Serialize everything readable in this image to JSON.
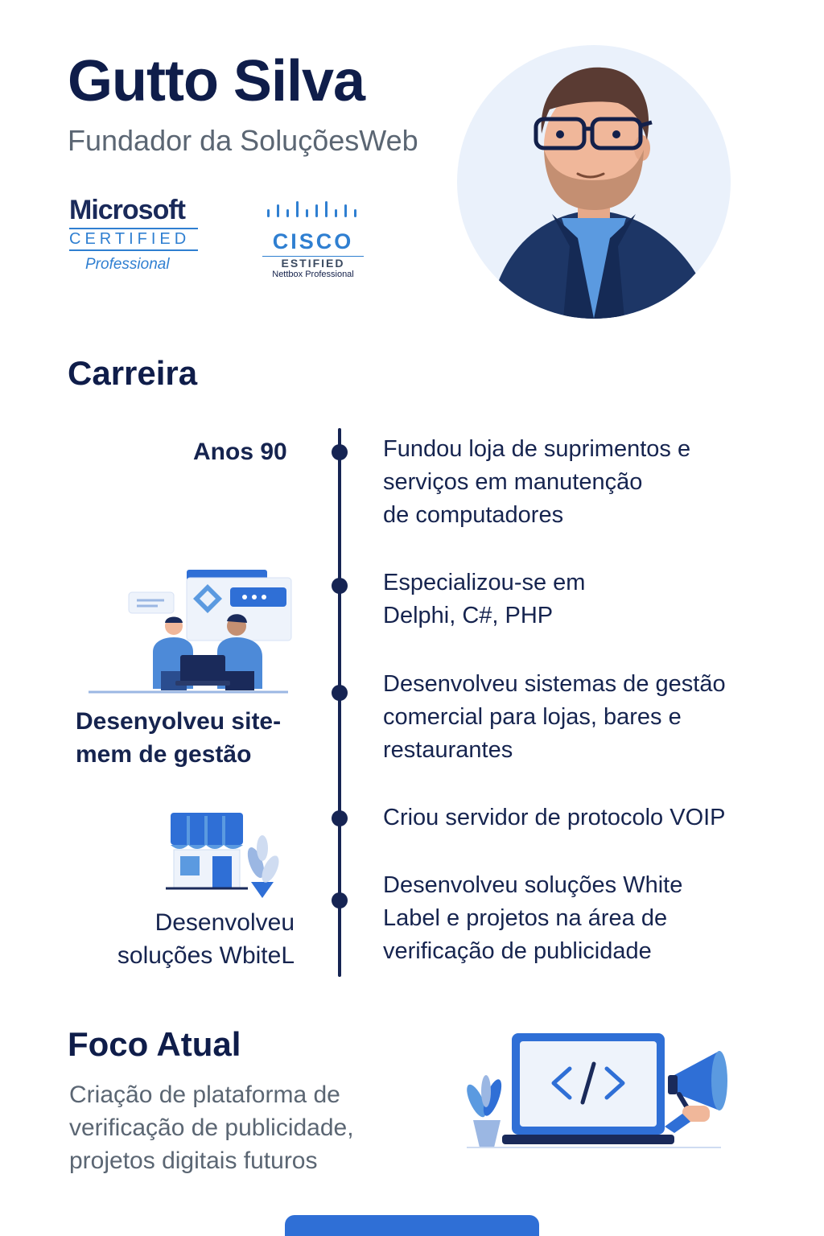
{
  "header": {
    "name": "Gutto Silva",
    "subtitle": "Fundador da SoluçõesWeb"
  },
  "certifications": {
    "microsoft": {
      "word": "Microsoft",
      "line": "CERTIFIED",
      "level": "Professional"
    },
    "cisco": {
      "word": "CISCO",
      "line": "ESTIFIED",
      "level": "Nettbox Professional"
    }
  },
  "career": {
    "title": "Carreira",
    "items": [
      {
        "left": "Anos 90",
        "text": "Fundou loja de suprimentos e\nserviços em manutenção\nde computadores"
      },
      {
        "left": "",
        "text": "Especializou-se em\nDelphi, C#, PHP"
      },
      {
        "left": "Desenyolveu site-\nmem de gestão",
        "text": "Desenvolveu sistemas de gestão\ncomercial para lojas, bares e\nrestaurantes"
      },
      {
        "left": "",
        "text": "Criou servidor de protocolo VOIP"
      },
      {
        "left": "Desenvolveu\nsoluções WbiteL",
        "text": "Desenvolveu soluções White\nLabel e projetos na área de\nverificação de publicidade"
      }
    ]
  },
  "focus": {
    "title": "Foco Atual",
    "description": "Criação de plataforma de\nverificação de publicidade,\nprojetos digitais futuros"
  },
  "colors": {
    "navy": "#162453",
    "accent": "#2f6fd6",
    "light_accent": "#eaf1fb",
    "muted_text": "#5b6673"
  },
  "icons": [
    "avatar-illustration",
    "team-laptop-illustration",
    "storefront-illustration",
    "laptop-code-illustration",
    "megaphone-icon",
    "plant-icon"
  ]
}
